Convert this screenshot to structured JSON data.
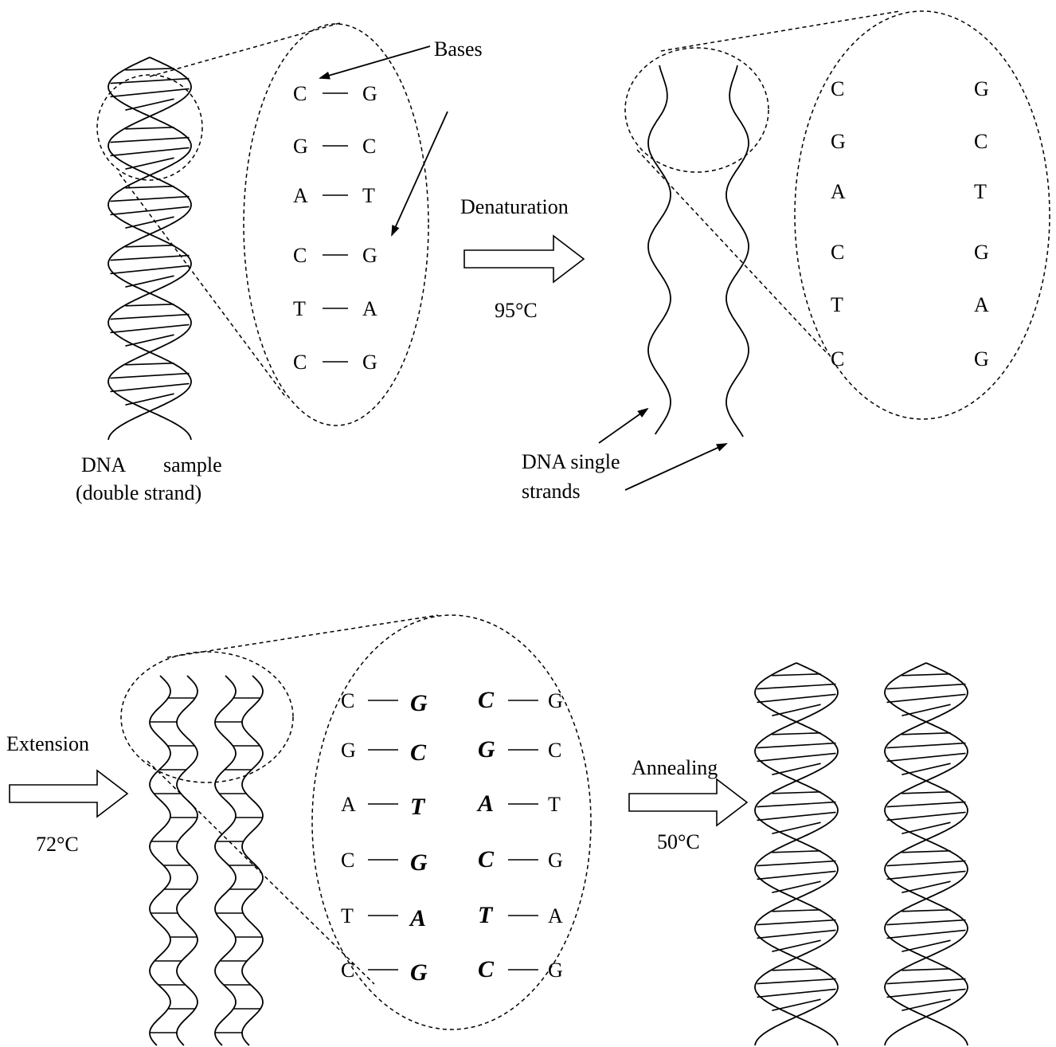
{
  "labels": {
    "bases": "Bases",
    "dna_sample_1": "DNA",
    "dna_sample_2": "sample",
    "double_strand": "(double strand)",
    "denaturation": "Denaturation",
    "temp_denaturation": "95°C",
    "single_strands_1": "DNA single",
    "single_strands_2": "strands",
    "extension": "Extension",
    "temp_extension": "72°C",
    "annealing": "Annealing",
    "temp_annealing": "50°C"
  },
  "double_strand_pairs": [
    {
      "left": "C",
      "right": "G"
    },
    {
      "left": "G",
      "right": "C"
    },
    {
      "left": "A",
      "right": "T"
    },
    {
      "left": "C",
      "right": "G"
    },
    {
      "left": "T",
      "right": "A"
    },
    {
      "left": "C",
      "right": "G"
    }
  ],
  "single_strand_pairs": [
    {
      "left": "C",
      "right": "G"
    },
    {
      "left": "G",
      "right": "C"
    },
    {
      "left": "A",
      "right": "T"
    },
    {
      "left": "C",
      "right": "G"
    },
    {
      "left": "T",
      "right": "A"
    },
    {
      "left": "C",
      "right": "G"
    }
  ],
  "extension_rows": [
    {
      "a": "C",
      "b": "G",
      "c": "C",
      "d": "G"
    },
    {
      "a": "G",
      "b": "C",
      "c": "G",
      "d": "C"
    },
    {
      "a": "A",
      "b": "T",
      "c": "A",
      "d": "T"
    },
    {
      "a": "C",
      "b": "G",
      "c": "C",
      "d": "G"
    },
    {
      "a": "T",
      "b": "A",
      "c": "T",
      "d": "A"
    },
    {
      "a": "C",
      "b": "G",
      "c": "C",
      "d": "G"
    }
  ]
}
